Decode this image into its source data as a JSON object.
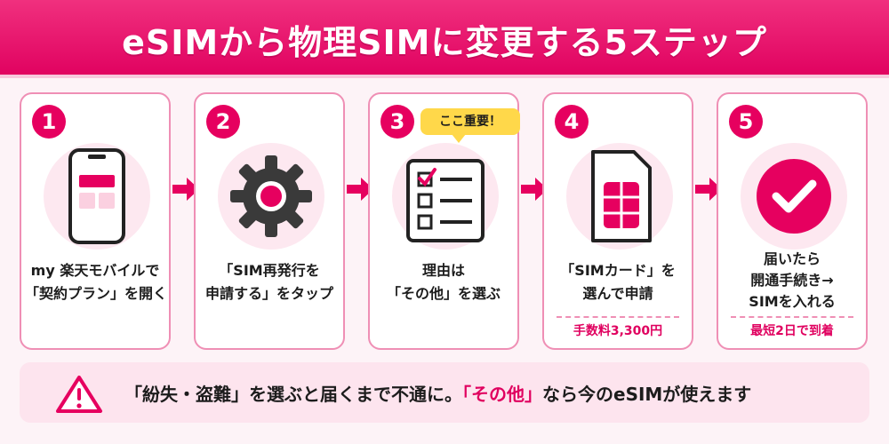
{
  "header": {
    "title": "eSIMから物理SIMに変更する5ステップ"
  },
  "colors": {
    "accent": "#e6005f",
    "light": "#fde8f0",
    "highlight": "#ffd84a"
  },
  "steps": [
    {
      "number": "1",
      "line1": "my 楽天モバイルで",
      "line2": "「契約プラン」を開く",
      "icon": "smartphone-icon"
    },
    {
      "number": "2",
      "line1": "「SIM再発行を",
      "line2": "申請する」をタップ",
      "icon": "gear-icon"
    },
    {
      "number": "3",
      "line1": "理由は",
      "line2": "「その他」を選ぶ",
      "icon": "checklist-icon",
      "bubble": "ここ重要！"
    },
    {
      "number": "4",
      "line1": "「SIMカード」を",
      "line2": "選んで申請",
      "icon": "sim-card-icon",
      "note": "手数料3,300円"
    },
    {
      "number": "5",
      "line1": "届いたら",
      "line2": "開通手続き→",
      "line3": "SIMを入れる",
      "icon": "check-circle-icon",
      "note": "最短2日で到着"
    }
  ],
  "warning": {
    "icon": "warning-icon",
    "part1": "「紛失・盗難」を選ぶと届くまで不通に。",
    "part2": "「その他」",
    "part3": "なら今のeSIMが使えます"
  }
}
